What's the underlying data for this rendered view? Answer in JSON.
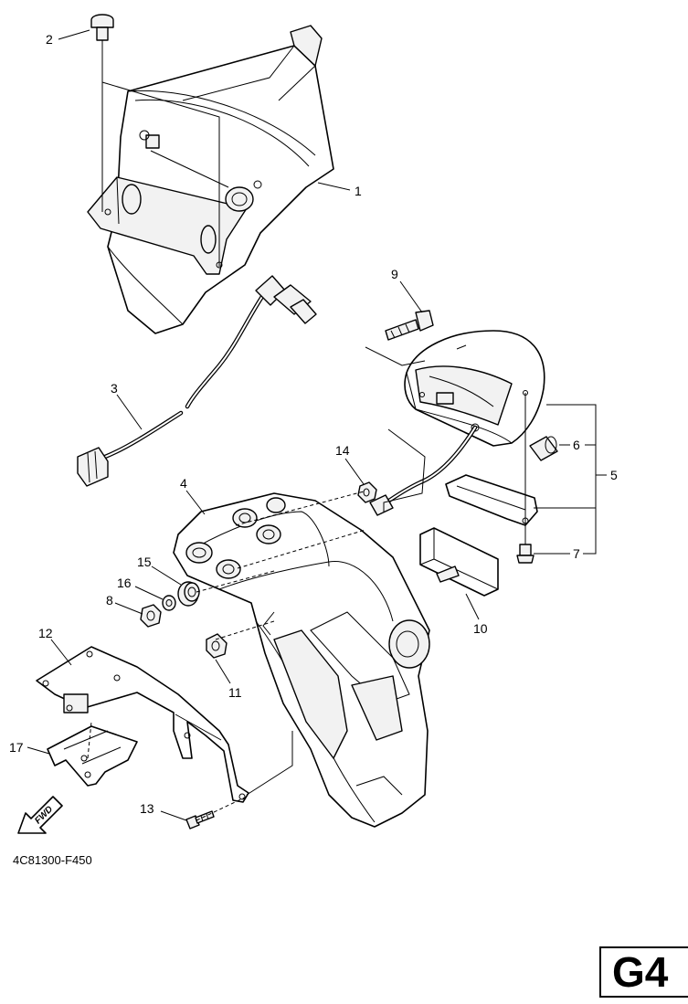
{
  "diagram": {
    "callouts": {
      "c1": "1",
      "c2": "2",
      "c3": "3",
      "c4": "4",
      "c5": "5",
      "c6": "6",
      "c7": "7",
      "c8": "8",
      "c9": "9",
      "c10": "10",
      "c11": "11",
      "c12": "12",
      "c13": "13",
      "c14": "14",
      "c15": "15",
      "c16": "16",
      "c17": "17"
    },
    "fwd_label": "FWD",
    "diagram_code": "4C81300-F450",
    "page_tag": "G4"
  }
}
